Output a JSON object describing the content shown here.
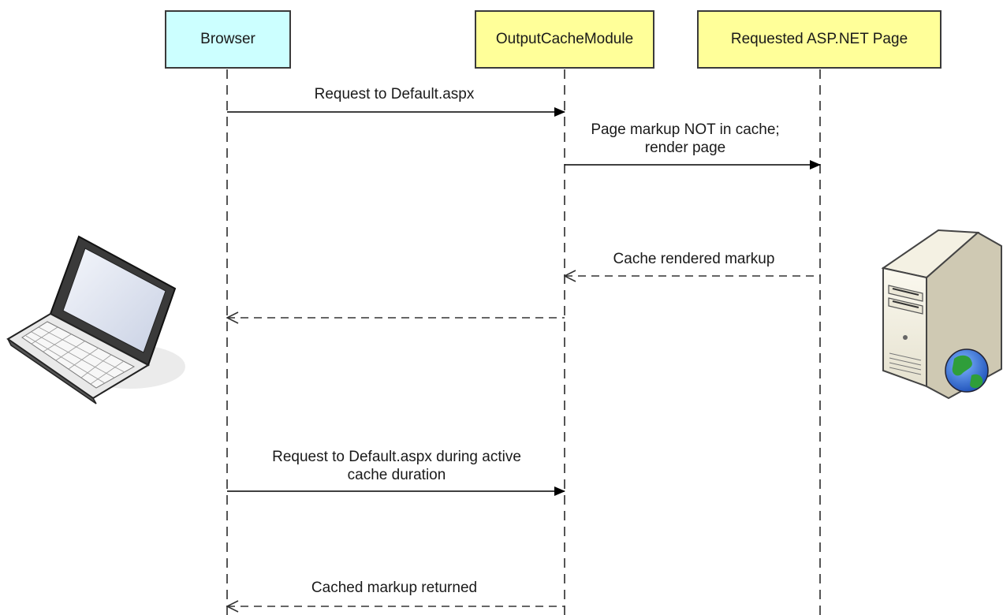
{
  "participants": [
    {
      "label": "Browser",
      "color": "#ccffff"
    },
    {
      "label": "OutputCacheModule",
      "color": "#ffff99"
    },
    {
      "label": "Requested ASP.NET Page",
      "color": "#ffff99"
    }
  ],
  "messages": [
    {
      "label": "Request to Default.aspx",
      "from": "Browser",
      "to": "OutputCacheModule",
      "style": "solid"
    },
    {
      "label": "Page markup NOT in cache; render page",
      "from": "OutputCacheModule",
      "to": "Requested ASP.NET Page",
      "style": "solid"
    },
    {
      "label": "Cache rendered markup",
      "from": "Requested ASP.NET Page",
      "to": "OutputCacheModule",
      "style": "dashed"
    },
    {
      "label": "",
      "from": "OutputCacheModule",
      "to": "Browser",
      "style": "dashed"
    },
    {
      "label": "Request to Default.aspx during active cache duration",
      "from": "Browser",
      "to": "OutputCacheModule",
      "style": "solid"
    },
    {
      "label": "Cached markup returned",
      "from": "OutputCacheModule",
      "to": "Browser",
      "style": "dashed"
    }
  ],
  "icons": {
    "client": "laptop-icon",
    "server": "server-with-globe-icon"
  }
}
